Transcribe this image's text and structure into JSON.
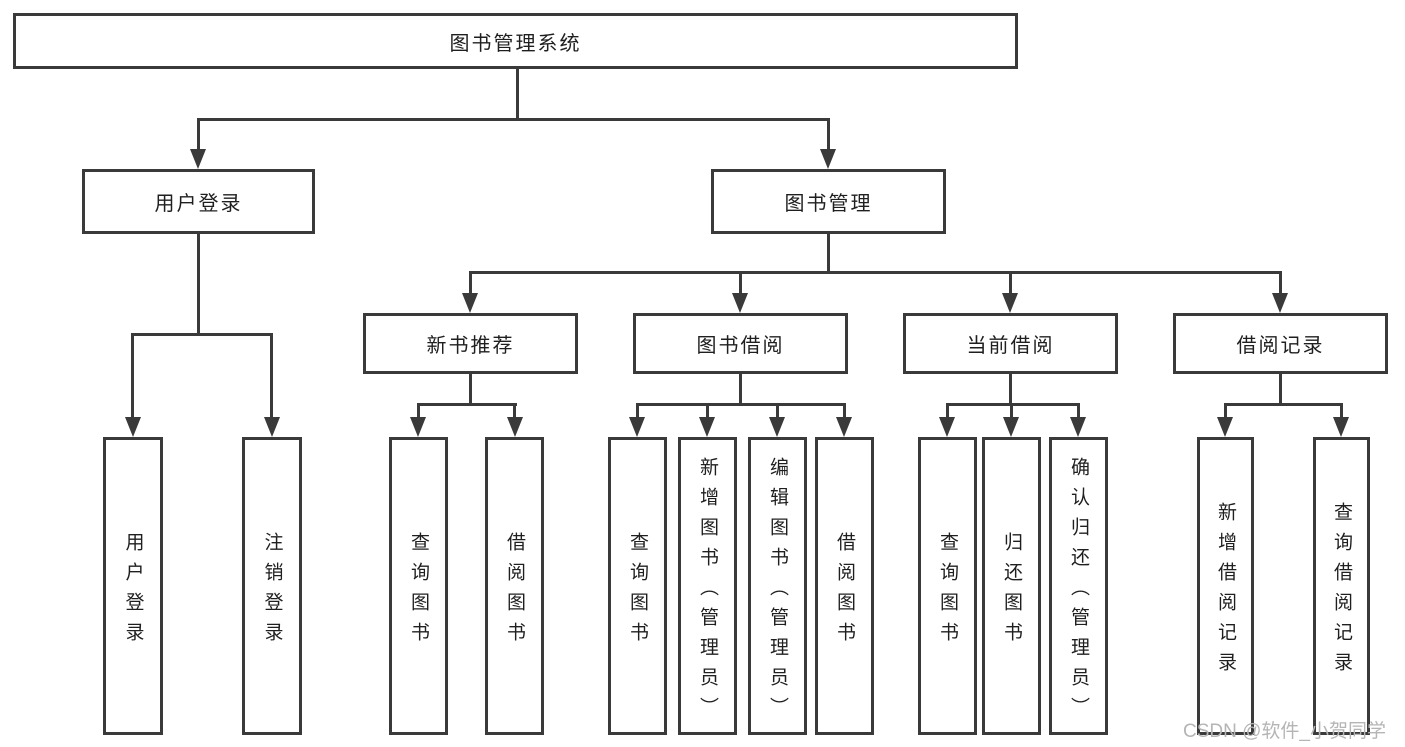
{
  "diagram": {
    "tree": {
      "root": "图书管理系统",
      "children": [
        {
          "label": "用户登录",
          "leaves": [
            "用户登录",
            "注销登录"
          ]
        },
        {
          "label": "图书管理",
          "children": [
            {
              "label": "新书推荐",
              "leaves": [
                "查询图书",
                "借阅图书"
              ]
            },
            {
              "label": "图书借阅",
              "leaves": [
                "查询图书",
                "新增图书（管理员）",
                "编辑图书（管理员）",
                "借阅图书"
              ]
            },
            {
              "label": "当前借阅",
              "leaves": [
                "查询图书",
                "归还图书",
                "确认归还（管理员）"
              ]
            },
            {
              "label": "借阅记录",
              "leaves": [
                "新增借阅记录",
                "查询借阅记录"
              ]
            }
          ]
        }
      ]
    }
  },
  "watermark": {
    "text": "CSDN @软件_小贺同学"
  },
  "colors": {
    "line": "#3a3a3a",
    "text": "#1f1f1f",
    "watermark": "#b5b5b5",
    "background": "#ffffff"
  }
}
